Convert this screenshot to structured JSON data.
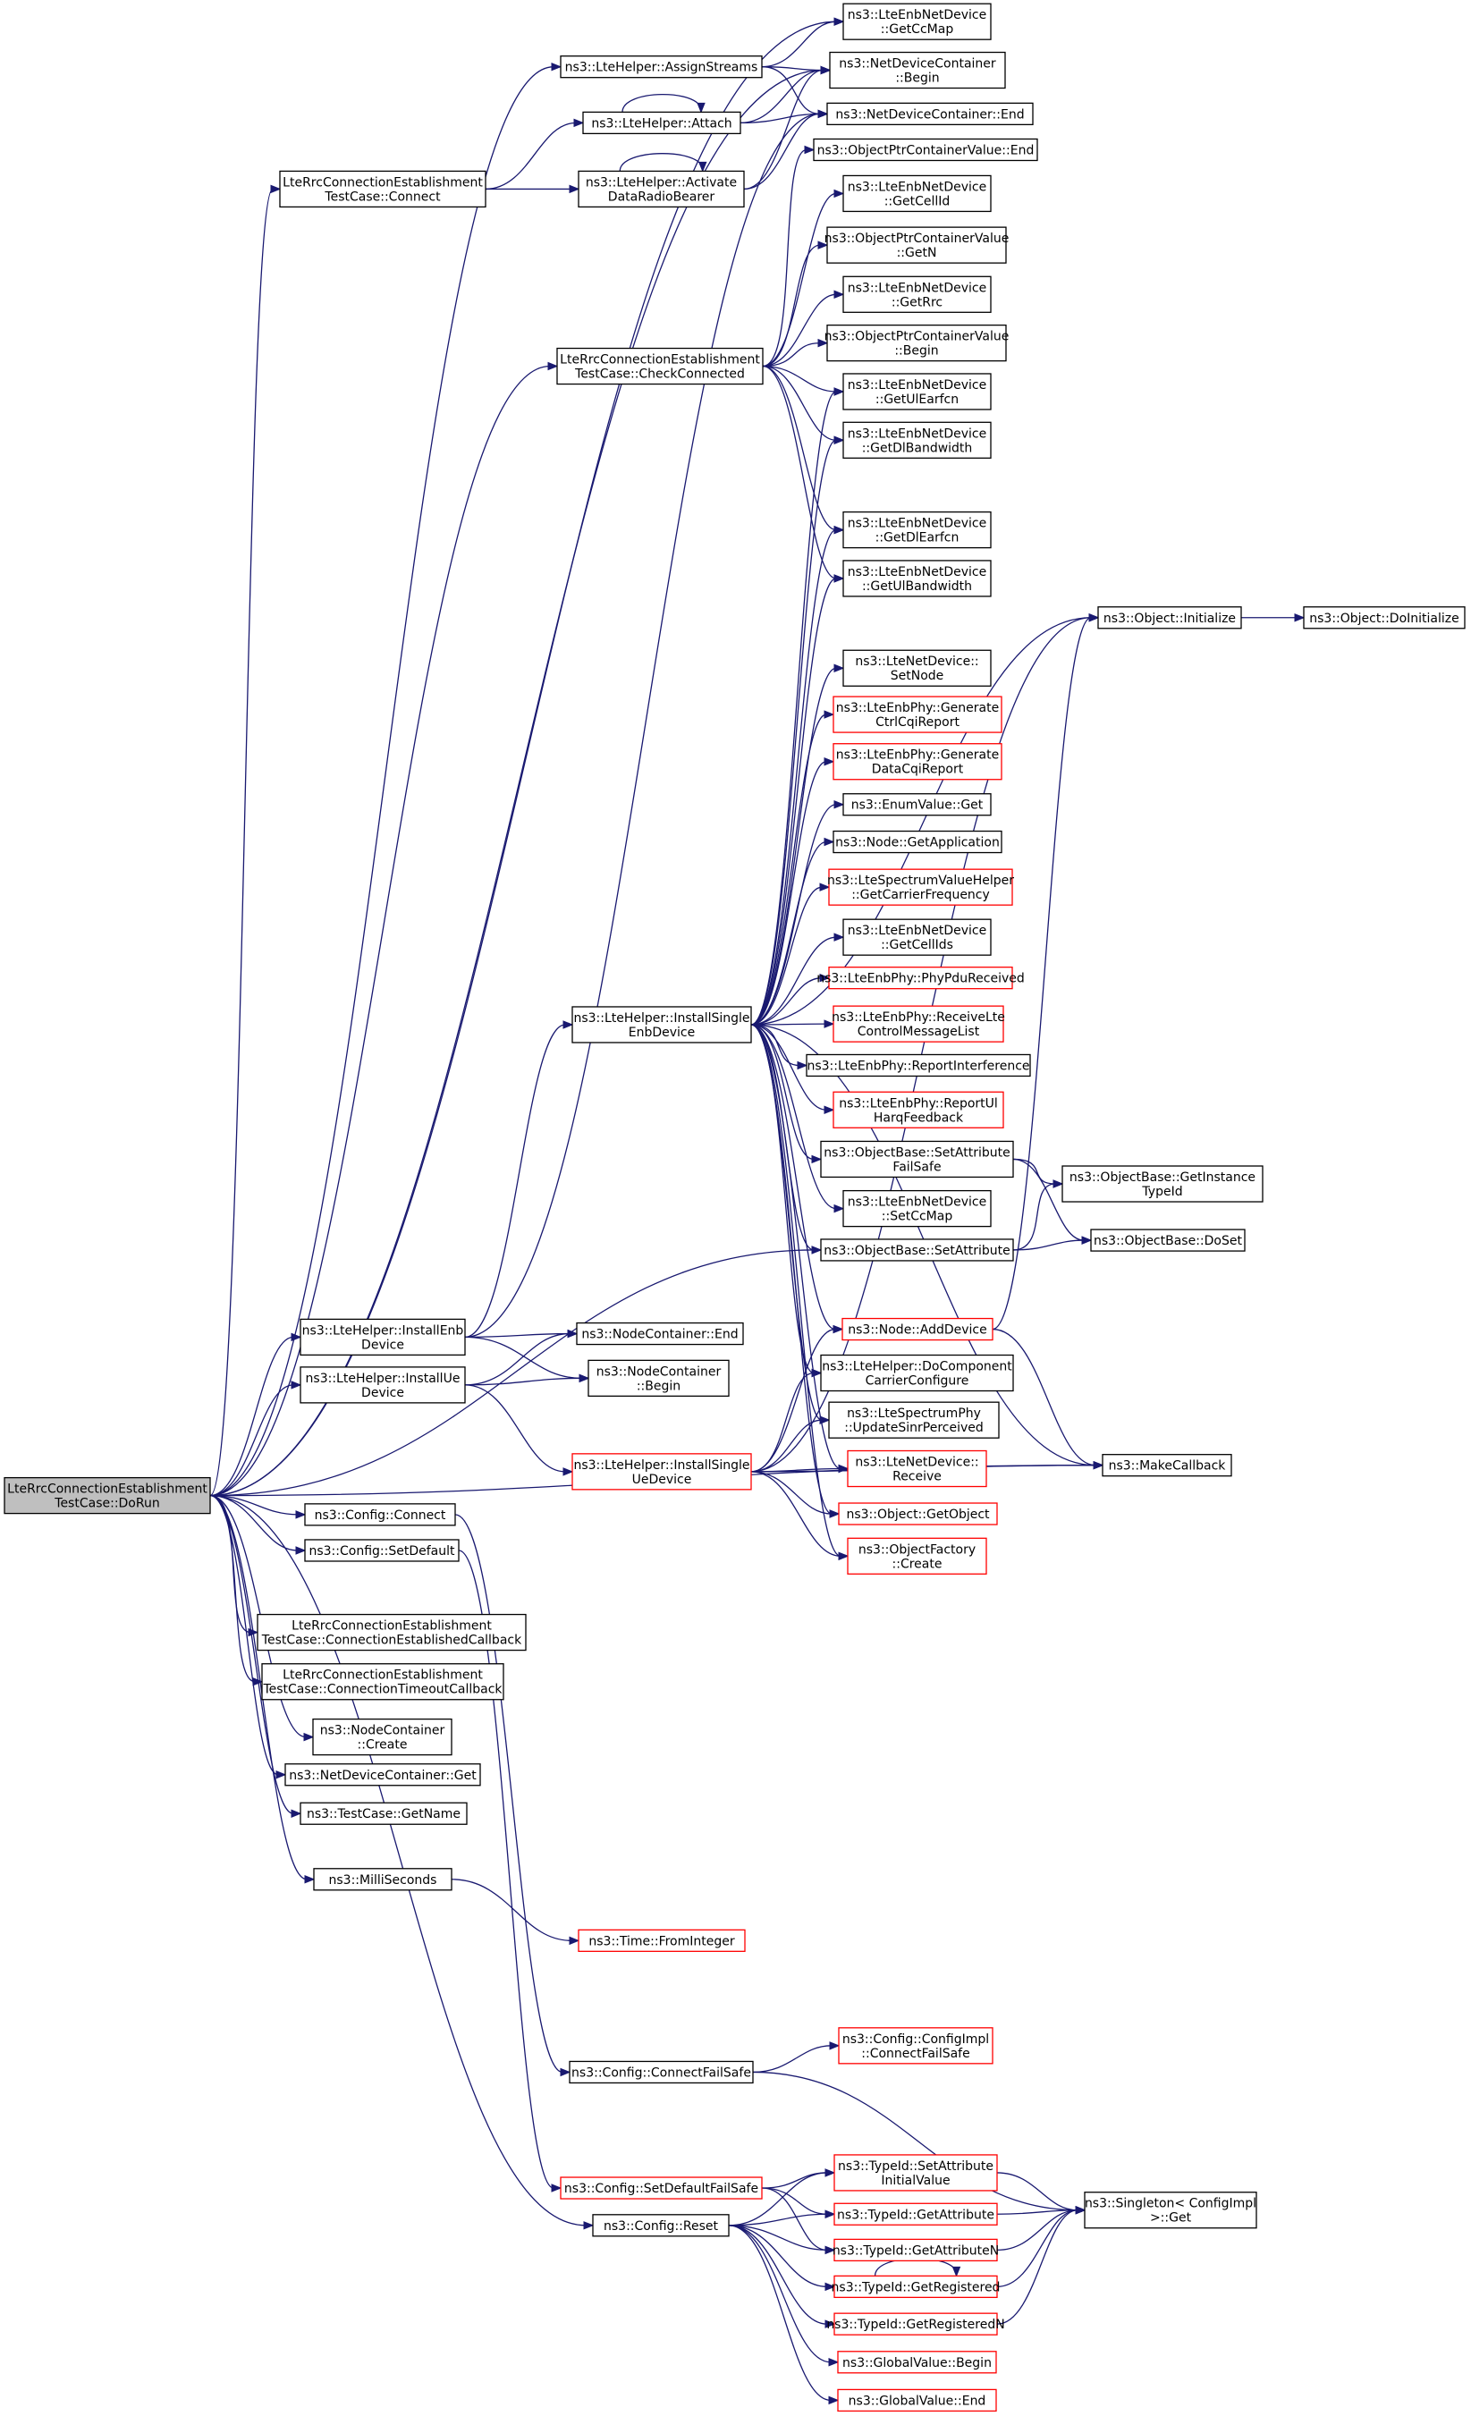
{
  "nodes": {
    "dorun": {
      "lines": [
        "LteRrcConnectionEstablishment",
        "TestCase::DoRun"
      ],
      "color": "root"
    },
    "connect_tc": {
      "lines": [
        "LteRrcConnectionEstablishment",
        "TestCase::Connect"
      ],
      "color": "black"
    },
    "checkconnected": {
      "lines": [
        "LteRrcConnectionEstablishment",
        "TestCase::CheckConnected"
      ],
      "color": "black"
    },
    "installenb": {
      "lines": [
        "ns3::LteHelper::InstallEnb",
        "Device"
      ],
      "color": "black"
    },
    "installue": {
      "lines": [
        "ns3::LteHelper::InstallUe",
        "Device"
      ],
      "color": "black"
    },
    "cfg_connect": {
      "lines": [
        "ns3::Config::Connect"
      ],
      "color": "black"
    },
    "cfg_setdefault": {
      "lines": [
        "ns3::Config::SetDefault"
      ],
      "color": "black"
    },
    "conn_est_cb": {
      "lines": [
        "LteRrcConnectionEstablishment",
        "TestCase::ConnectionEstablishedCallback"
      ],
      "color": "black"
    },
    "conn_to_cb": {
      "lines": [
        "LteRrcConnectionEstablishment",
        "TestCase::ConnectionTimeoutCallback"
      ],
      "color": "black"
    },
    "nc_create": {
      "lines": [
        "ns3::NodeContainer",
        "::Create"
      ],
      "color": "black"
    },
    "ndc_get": {
      "lines": [
        "ns3::NetDeviceContainer::Get"
      ],
      "color": "black"
    },
    "tc_getname": {
      "lines": [
        "ns3::TestCase::GetName"
      ],
      "color": "black"
    },
    "milliseconds": {
      "lines": [
        "ns3::MilliSeconds"
      ],
      "color": "black"
    },
    "assignstreams": {
      "lines": [
        "ns3::LteHelper::AssignStreams"
      ],
      "color": "black"
    },
    "attach": {
      "lines": [
        "ns3::LteHelper::Attach"
      ],
      "color": "black"
    },
    "activatedrb": {
      "lines": [
        "ns3::LteHelper::Activate",
        "DataRadioBearer"
      ],
      "color": "black"
    },
    "installsingleenb": {
      "lines": [
        "ns3::LteHelper::InstallSingle",
        "EnbDevice"
      ],
      "color": "black"
    },
    "nc_end": {
      "lines": [
        "ns3::NodeContainer::End"
      ],
      "color": "black"
    },
    "nc_begin": {
      "lines": [
        "ns3::NodeContainer",
        "::Begin"
      ],
      "color": "black"
    },
    "installsingleue": {
      "lines": [
        "ns3::LteHelper::InstallSingle",
        "UeDevice"
      ],
      "color": "red"
    },
    "cfg_connectfailsafe": {
      "lines": [
        "ns3::Config::ConnectFailSafe"
      ],
      "color": "black"
    },
    "cfg_setdefaultfailsafe": {
      "lines": [
        "ns3::Config::SetDefaultFailSafe"
      ],
      "color": "red"
    },
    "cfg_reset": {
      "lines": [
        "ns3::Config::Reset"
      ],
      "color": "black"
    },
    "getccmap": {
      "lines": [
        "ns3::LteEnbNetDevice",
        "::GetCcMap"
      ],
      "color": "black"
    },
    "ndc_begin": {
      "lines": [
        "ns3::NetDeviceContainer",
        "::Begin"
      ],
      "color": "black"
    },
    "ndc_end": {
      "lines": [
        "ns3::NetDeviceContainer::End"
      ],
      "color": "black"
    },
    "optrc_end": {
      "lines": [
        "ns3::ObjectPtrContainerValue::End"
      ],
      "color": "black"
    },
    "getcellid": {
      "lines": [
        "ns3::LteEnbNetDevice",
        "::GetCellId"
      ],
      "color": "black"
    },
    "optrc_getn": {
      "lines": [
        "ns3::ObjectPtrContainerValue",
        "::GetN"
      ],
      "color": "black"
    },
    "getrrc": {
      "lines": [
        "ns3::LteEnbNetDevice",
        "::GetRrc"
      ],
      "color": "black"
    },
    "optrc_begin": {
      "lines": [
        "ns3::ObjectPtrContainerValue",
        "::Begin"
      ],
      "color": "black"
    },
    "getulearfcn": {
      "lines": [
        "ns3::LteEnbNetDevice",
        "::GetUlEarfcn"
      ],
      "color": "black"
    },
    "getdlbandwidth": {
      "lines": [
        "ns3::LteEnbNetDevice",
        "::GetDlBandwidth"
      ],
      "color": "black"
    },
    "getdlearfcn": {
      "lines": [
        "ns3::LteEnbNetDevice",
        "::GetDlEarfcn"
      ],
      "color": "black"
    },
    "getulbandwidth": {
      "lines": [
        "ns3::LteEnbNetDevice",
        "::GetUlBandwidth"
      ],
      "color": "black"
    },
    "obj_initialize": {
      "lines": [
        "ns3::Object::Initialize"
      ],
      "color": "black"
    },
    "obj_doinitialize": {
      "lines": [
        "ns3::Object::DoInitialize"
      ],
      "color": "black"
    },
    "ltenet_setnode": {
      "lines": [
        "ns3::LteNetDevice::",
        "SetNode"
      ],
      "color": "black"
    },
    "gen_ctrlcqi": {
      "lines": [
        "ns3::LteEnbPhy::Generate",
        "CtrlCqiReport"
      ],
      "color": "red"
    },
    "gen_datacqi": {
      "lines": [
        "ns3::LteEnbPhy::Generate",
        "DataCqiReport"
      ],
      "color": "red"
    },
    "enumvalue_get": {
      "lines": [
        "ns3::EnumValue::Get"
      ],
      "color": "black"
    },
    "node_getapp": {
      "lines": [
        "ns3::Node::GetApplication"
      ],
      "color": "black"
    },
    "getcarrierfreq": {
      "lines": [
        "ns3::LteSpectrumValueHelper",
        "::GetCarrierFrequency"
      ],
      "color": "red"
    },
    "getcellids": {
      "lines": [
        "ns3::LteEnbNetDevice",
        "::GetCellIds"
      ],
      "color": "black"
    },
    "phypdureceived": {
      "lines": [
        "ns3::LteEnbPhy::PhyPduReceived"
      ],
      "color": "red"
    },
    "receivectrlmsg": {
      "lines": [
        "ns3::LteEnbPhy::ReceiveLte",
        "ControlMessageList"
      ],
      "color": "red"
    },
    "reportinterference": {
      "lines": [
        "ns3::LteEnbPhy::ReportInterference"
      ],
      "color": "black"
    },
    "reportulharq": {
      "lines": [
        "ns3::LteEnbPhy::ReportUl",
        "HarqFeedback"
      ],
      "color": "red"
    },
    "setattrfailsafe": {
      "lines": [
        "ns3::ObjectBase::SetAttribute",
        "FailSafe"
      ],
      "color": "black"
    },
    "getinstancetypeid": {
      "lines": [
        "ns3::ObjectBase::GetInstance",
        "TypeId"
      ],
      "color": "black"
    },
    "setccmap": {
      "lines": [
        "ns3::LteEnbNetDevice",
        "::SetCcMap"
      ],
      "color": "black"
    },
    "setattribute": {
      "lines": [
        "ns3::ObjectBase::SetAttribute"
      ],
      "color": "black"
    },
    "doset": {
      "lines": [
        "ns3::ObjectBase::DoSet"
      ],
      "color": "black"
    },
    "node_adddevice": {
      "lines": [
        "ns3::Node::AddDevice"
      ],
      "color": "red"
    },
    "docomponentcarrier": {
      "lines": [
        "ns3::LteHelper::DoComponent",
        "CarrierConfigure"
      ],
      "color": "black"
    },
    "updatesinr": {
      "lines": [
        "ns3::LteSpectrumPhy",
        "::UpdateSinrPerceived"
      ],
      "color": "black"
    },
    "makecallback": {
      "lines": [
        "ns3::MakeCallback"
      ],
      "color": "black"
    },
    "ltenet_receive": {
      "lines": [
        "ns3::LteNetDevice::",
        "Receive"
      ],
      "color": "red"
    },
    "obj_getobject": {
      "lines": [
        "ns3::Object::GetObject"
      ],
      "color": "red"
    },
    "objfactory_create": {
      "lines": [
        "ns3::ObjectFactory",
        "::Create"
      ],
      "color": "red"
    },
    "configimpl_cfs": {
      "lines": [
        "ns3::Config::ConfigImpl",
        "::ConnectFailSafe"
      ],
      "color": "red"
    },
    "typeid_setattrinit": {
      "lines": [
        "ns3::TypeId::SetAttribute",
        "InitialValue"
      ],
      "color": "red"
    },
    "typeid_getattr": {
      "lines": [
        "ns3::TypeId::GetAttribute"
      ],
      "color": "red"
    },
    "typeid_getattrn": {
      "lines": [
        "ns3::TypeId::GetAttributeN"
      ],
      "color": "red"
    },
    "singleton_get": {
      "lines": [
        "ns3::Singleton< ConfigImpl",
        " >::Get"
      ],
      "color": "black"
    },
    "typeid_getreg": {
      "lines": [
        "ns3::TypeId::GetRegistered"
      ],
      "color": "red"
    },
    "typeid_getregn": {
      "lines": [
        "ns3::TypeId::GetRegisteredN"
      ],
      "color": "red"
    },
    "gv_begin": {
      "lines": [
        "ns3::GlobalValue::Begin"
      ],
      "color": "red"
    },
    "gv_end": {
      "lines": [
        "ns3::GlobalValue::End"
      ],
      "color": "red"
    },
    "time_frominteger": {
      "lines": [
        "ns3::Time::FromInteger"
      ],
      "color": "red"
    }
  },
  "edges": [
    [
      "dorun",
      "connect_tc"
    ],
    [
      "dorun",
      "checkconnected"
    ],
    [
      "dorun",
      "assignstreams"
    ],
    [
      "dorun",
      "getccmap"
    ],
    [
      "dorun",
      "ndc_begin"
    ],
    [
      "dorun",
      "installenb"
    ],
    [
      "dorun",
      "installue"
    ],
    [
      "dorun",
      "cfg_connect"
    ],
    [
      "dorun",
      "cfg_setdefault"
    ],
    [
      "dorun",
      "conn_est_cb"
    ],
    [
      "dorun",
      "conn_to_cb"
    ],
    [
      "dorun",
      "nc_create"
    ],
    [
      "dorun",
      "ndc_get"
    ],
    [
      "dorun",
      "tc_getname"
    ],
    [
      "dorun",
      "milliseconds"
    ],
    [
      "dorun",
      "cfg_reset"
    ],
    [
      "dorun",
      "makecallback"
    ],
    [
      "dorun",
      "setattribute"
    ],
    [
      "assignstreams",
      "getccmap"
    ],
    [
      "assignstreams",
      "ndc_begin"
    ],
    [
      "assignstreams",
      "ndc_end"
    ],
    [
      "attach",
      "attach"
    ],
    [
      "attach",
      "ndc_begin"
    ],
    [
      "attach",
      "ndc_end"
    ],
    [
      "connect_tc",
      "attach"
    ],
    [
      "connect_tc",
      "activatedrb"
    ],
    [
      "activatedrb",
      "activatedrb"
    ],
    [
      "activatedrb",
      "ndc_begin"
    ],
    [
      "activatedrb",
      "ndc_end"
    ],
    [
      "checkconnected",
      "optrc_end"
    ],
    [
      "checkconnected",
      "getcellid"
    ],
    [
      "checkconnected",
      "optrc_getn"
    ],
    [
      "checkconnected",
      "getrrc"
    ],
    [
      "checkconnected",
      "optrc_begin"
    ],
    [
      "checkconnected",
      "getulearfcn"
    ],
    [
      "checkconnected",
      "getdlbandwidth"
    ],
    [
      "checkconnected",
      "getdlearfcn"
    ],
    [
      "checkconnected",
      "getulbandwidth"
    ],
    [
      "installenb",
      "installsingleenb"
    ],
    [
      "installenb",
      "nc_end"
    ],
    [
      "installenb",
      "nc_begin"
    ],
    [
      "installenb",
      "ndc_end"
    ],
    [
      "installue",
      "installsingleue"
    ],
    [
      "installue",
      "nc_end"
    ],
    [
      "installue",
      "nc_begin"
    ],
    [
      "installsingleenb",
      "getulearfcn"
    ],
    [
      "installsingleenb",
      "getdlbandwidth"
    ],
    [
      "installsingleenb",
      "getdlearfcn"
    ],
    [
      "installsingleenb",
      "getulbandwidth"
    ],
    [
      "installsingleenb",
      "obj_initialize"
    ],
    [
      "installsingleenb",
      "ltenet_setnode"
    ],
    [
      "installsingleenb",
      "gen_ctrlcqi"
    ],
    [
      "installsingleenb",
      "gen_datacqi"
    ],
    [
      "installsingleenb",
      "enumvalue_get"
    ],
    [
      "installsingleenb",
      "node_getapp"
    ],
    [
      "installsingleenb",
      "getcarrierfreq"
    ],
    [
      "installsingleenb",
      "getcellids"
    ],
    [
      "installsingleenb",
      "phypdureceived"
    ],
    [
      "installsingleenb",
      "receivectrlmsg"
    ],
    [
      "installsingleenb",
      "reportinterference"
    ],
    [
      "installsingleenb",
      "reportulharq"
    ],
    [
      "installsingleenb",
      "setattrfailsafe"
    ],
    [
      "installsingleenb",
      "setccmap"
    ],
    [
      "installsingleenb",
      "setattribute"
    ],
    [
      "installsingleenb",
      "node_adddevice"
    ],
    [
      "installsingleenb",
      "docomponentcarrier"
    ],
    [
      "installsingleenb",
      "updatesinr"
    ],
    [
      "installsingleenb",
      "makecallback"
    ],
    [
      "installsingleenb",
      "ltenet_receive"
    ],
    [
      "installsingleenb",
      "obj_getobject"
    ],
    [
      "installsingleenb",
      "objfactory_create"
    ],
    [
      "installsingleue",
      "obj_initialize"
    ],
    [
      "installsingleue",
      "node_adddevice"
    ],
    [
      "installsingleue",
      "docomponentcarrier"
    ],
    [
      "installsingleue",
      "updatesinr"
    ],
    [
      "installsingleue",
      "ltenet_receive"
    ],
    [
      "installsingleue",
      "obj_getobject"
    ],
    [
      "installsingleue",
      "objfactory_create"
    ],
    [
      "installsingleue",
      "makecallback"
    ],
    [
      "obj_initialize",
      "obj_doinitialize"
    ],
    [
      "setattrfailsafe",
      "getinstancetypeid"
    ],
    [
      "setattrfailsafe",
      "doset"
    ],
    [
      "setattribute",
      "getinstancetypeid"
    ],
    [
      "setattribute",
      "doset"
    ],
    [
      "node_adddevice",
      "obj_initialize"
    ],
    [
      "node_adddevice",
      "makecallback"
    ],
    [
      "cfg_connect",
      "cfg_connectfailsafe"
    ],
    [
      "cfg_setdefault",
      "cfg_setdefaultfailsafe"
    ],
    [
      "cfg_connectfailsafe",
      "configimpl_cfs"
    ],
    [
      "cfg_connectfailsafe",
      "singleton_get"
    ],
    [
      "cfg_setdefaultfailsafe",
      "typeid_setattrinit"
    ],
    [
      "cfg_setdefaultfailsafe",
      "typeid_getattr"
    ],
    [
      "cfg_setdefaultfailsafe",
      "typeid_getattrn"
    ],
    [
      "cfg_reset",
      "typeid_setattrinit"
    ],
    [
      "cfg_reset",
      "typeid_getattr"
    ],
    [
      "cfg_reset",
      "typeid_getattrn"
    ],
    [
      "cfg_reset",
      "typeid_getreg"
    ],
    [
      "cfg_reset",
      "typeid_getregn"
    ],
    [
      "cfg_reset",
      "gv_begin"
    ],
    [
      "cfg_reset",
      "gv_end"
    ],
    [
      "typeid_setattrinit",
      "singleton_get"
    ],
    [
      "typeid_getattr",
      "singleton_get"
    ],
    [
      "typeid_getattrn",
      "singleton_get"
    ],
    [
      "typeid_getreg",
      "typeid_getreg"
    ],
    [
      "typeid_getreg",
      "singleton_get"
    ],
    [
      "typeid_getregn",
      "singleton_get"
    ],
    [
      "milliseconds",
      "time_frominteger"
    ]
  ]
}
